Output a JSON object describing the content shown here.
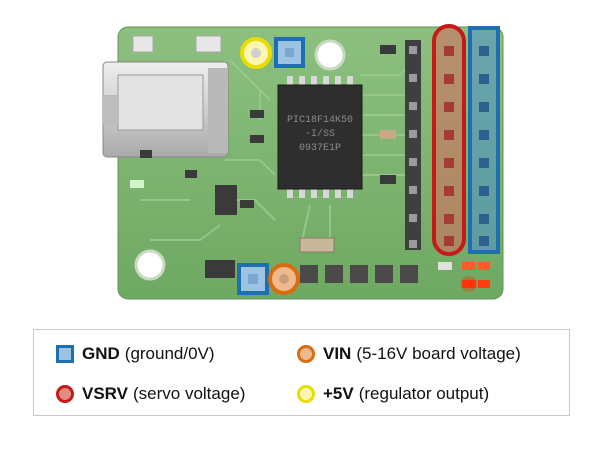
{
  "legend": {
    "gnd": {
      "term": "GND",
      "desc": "(ground/0V)",
      "color": "#1e6fb0",
      "fill": "#9dc3e3",
      "shape": "square"
    },
    "vin": {
      "term": "VIN",
      "desc": "(5-16V board voltage)",
      "color": "#d96b12",
      "fill": "#f0b98d",
      "shape": "circle"
    },
    "vsrv": {
      "term": "VSRV",
      "desc": "(servo voltage)",
      "color": "#c41a1a",
      "fill": "#e38b85",
      "shape": "circle"
    },
    "v5": {
      "term": "+5V",
      "desc": "(regulator output)",
      "color": "#e8dd00",
      "fill": "#fbf7b3",
      "shape": "circle"
    }
  },
  "board": {
    "chip_text": [
      "PIC18F14K50",
      "-I/SS",
      "0937E1P"
    ],
    "pcb_color": "#77b36a",
    "led_color": "#ff2a00"
  }
}
